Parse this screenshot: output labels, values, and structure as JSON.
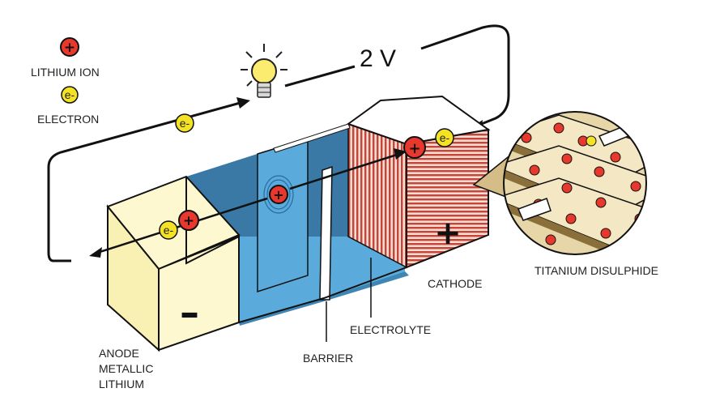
{
  "legend": {
    "lithium_ion_symbol": "+",
    "lithium_ion_label": "LITHIUM ION",
    "electron_symbol": "e-",
    "electron_label": "ELECTRON"
  },
  "voltage": "2 V",
  "electron_marker": "e-",
  "ion_marker": "+",
  "labels": {
    "anode": [
      "ANODE",
      "METALLIC",
      "LITHIUM"
    ],
    "barrier": "BARRIER",
    "electrolyte": "ELECTROLYTE",
    "cathode": "CATHODE",
    "titanium": "TITANIUM DISULPHIDE"
  },
  "terminal_signs": {
    "anode": "–",
    "cathode": "+"
  },
  "colors": {
    "ion_fill": "#e8372c",
    "electron_fill": "#f4e325",
    "anode_face": "#fbf5c5",
    "electrolyte": "#58a9d9",
    "cathode_stripe": "#c7443b"
  }
}
